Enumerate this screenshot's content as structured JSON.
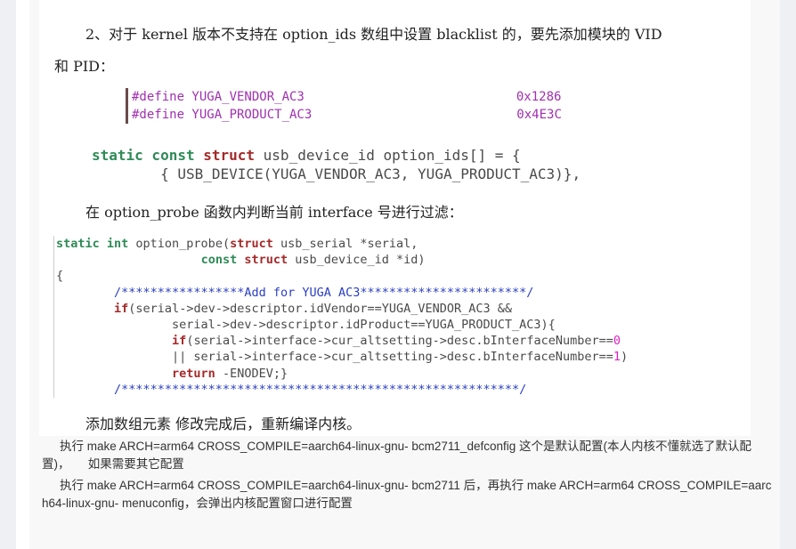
{
  "article": {
    "step2_line1": "2、对于 kernel 版本不支持在 option_ids 数组中设置 blacklist 的，要先添加模块的 VID",
    "step2_line2": "和 PID：",
    "define_lines": [
      {
        "name": "#define YUGA_VENDOR_AC3",
        "value": "0x1286"
      },
      {
        "name": "#define YUGA_PRODUCT_AC3",
        "value": "0x4E3C"
      }
    ],
    "ids_code": {
      "kw1": "static const",
      "kw2": "struct",
      "rest1": " usb_device_id option_ids[] = {",
      "line2": "        { USB_DEVICE(YUGA_VENDOR_AC3, YUGA_PRODUCT_AC3)},"
    },
    "filter_text": "在 option_probe 函数内判断当前 interface 号进行过滤：",
    "probe_code": {
      "l1a": "static int",
      "l1b": " option_probe(",
      "l1c": "struct",
      "l1d": " usb_serial *serial,",
      "l2a": "                    ",
      "l2b": "const",
      "l2c": " struct",
      "l2d": " usb_device_id *id)",
      "l3": "{",
      "l4": "        /*****************Add for YUGA AC3***********************/",
      "l5a": "        ",
      "l5b": "if",
      "l5c": "(serial->dev->descriptor.idVendor==YUGA_VENDOR_AC3 &&",
      "l6": "                serial->dev->descriptor.idProduct==YUGA_PRODUCT_AC3){",
      "l7a": "                ",
      "l7b": "if",
      "l7c": "(serial->interface->cur_altsetting->desc.bInterfaceNumber==",
      "l7d": "0",
      "l8a": "                || serial->interface->cur_altsetting->desc.bInterfaceNumber==",
      "l8b": "1",
      "l8c": ")",
      "l9a": "                ",
      "l9b": "return",
      "l9c": " -ENODEV;}",
      "l10": "        /*******************************************************/"
    },
    "after_text": "添加数组元素 修改完成后，重新编译内核。",
    "para1": "执行 make ARCH=arm64 CROSS_COMPILE=aarch64-linux-gnu- bcm2711_defconfig 这个是默认配置(本人内核不懂就选了默认配置)，　　如果需要其它配置",
    "para2": "执行 make ARCH=arm64 CROSS_COMPILE=aarch64-linux-gnu- bcm2711 后，再执行 make ARCH=arm64 CROSS_COMPILE=aarch64-linux-gnu- menuconfig，会弹出内核配置窗口进行配置"
  }
}
